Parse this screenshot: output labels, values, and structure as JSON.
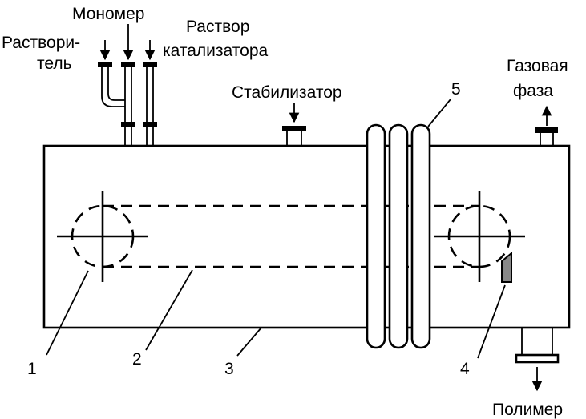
{
  "labels": {
    "solvent_line1": "Раствори-",
    "solvent_line2": "тель",
    "monomer": "Мономер",
    "catalyst_line1": "Раствор",
    "catalyst_line2": "катализатора",
    "stabilizer": "Стабилизатор",
    "gas_line1": "Газовая",
    "gas_line2": "фаза",
    "polymer": "Полимер"
  },
  "callouts": {
    "n1": "1",
    "n2": "2",
    "n3": "3",
    "n4": "4",
    "n5": "5"
  }
}
